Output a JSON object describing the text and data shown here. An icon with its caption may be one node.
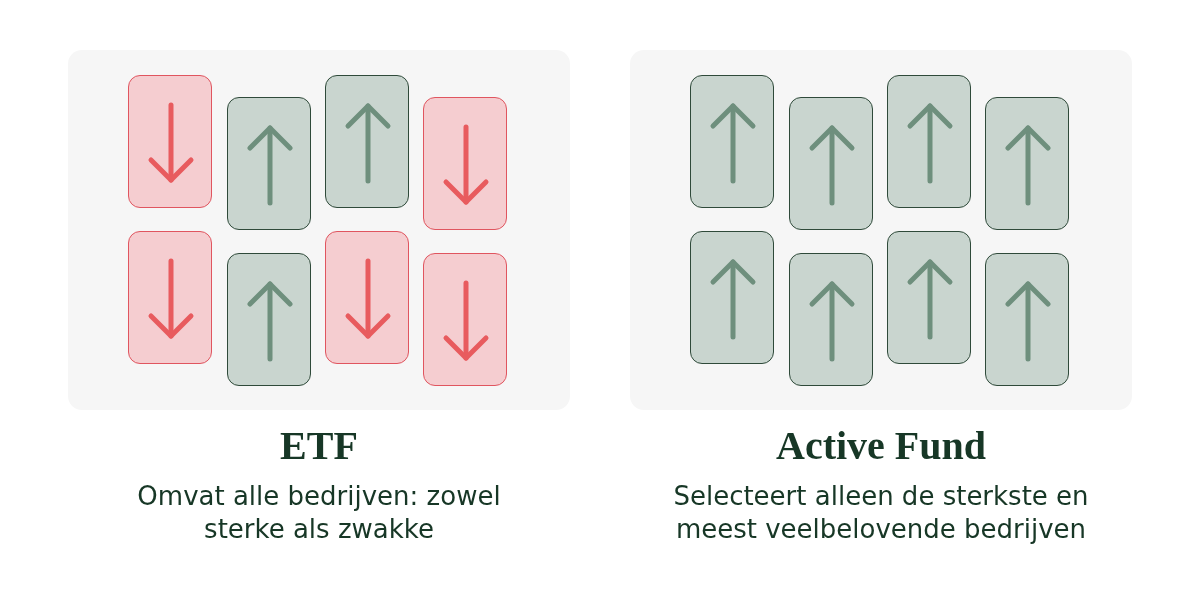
{
  "diagram": {
    "nodes": [
      {
        "text": [
          "ETF",
          "Omvat alle bedrijven: zowel sterke als zwakke"
        ]
      },
      {
        "text": [],
        "shape": "box",
        "in": 0
      },
      {
        "text": [],
        "shape": "box",
        "in": 0
      },
      {
        "text": [],
        "shape": "box",
        "in": 0
      },
      {
        "text": [],
        "shape": "box",
        "in": 0
      },
      {
        "text": [],
        "shape": "box",
        "in": 0
      },
      {
        "text": [],
        "shape": "box",
        "in": 0
      },
      {
        "text": [],
        "shape": "box",
        "in": 0
      },
      {
        "text": [],
        "shape": "box",
        "in": 0
      },
      {
        "text": [
          "Active Fund",
          "Selecteert alleen de sterkste en meest veelbelovende bedrijven"
        ]
      },
      {
        "text": [],
        "shape": "box",
        "in": 9
      },
      {
        "text": [],
        "shape": "box",
        "in": 9
      },
      {
        "text": [],
        "shape": "box",
        "in": 9
      },
      {
        "text": [],
        "shape": "box",
        "in": 9
      },
      {
        "text": [],
        "shape": "box",
        "in": 9
      },
      {
        "text": [],
        "shape": "box",
        "in": 9
      },
      {
        "text": [],
        "shape": "box",
        "in": 9
      },
      {
        "text": [],
        "shape": "box",
        "in": 9
      }
    ],
    "edges": []
  }
}
